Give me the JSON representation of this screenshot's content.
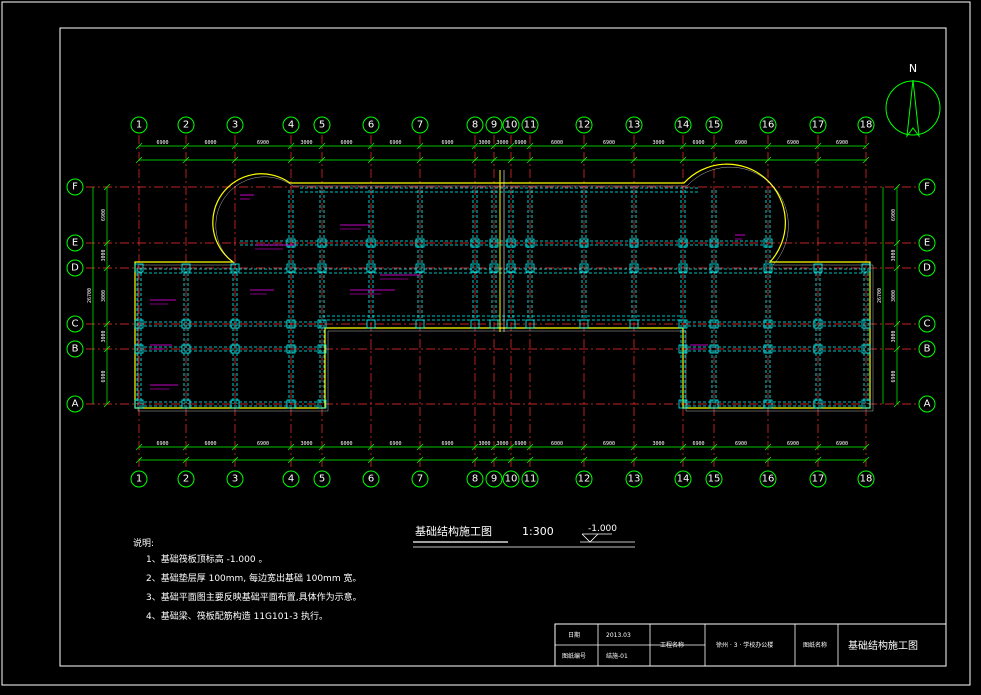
{
  "drawing": {
    "north_label": "N",
    "grid_columns": [
      "1",
      "2",
      "3",
      "4",
      "5",
      "6",
      "7",
      "8",
      "9",
      "10",
      "11",
      "12",
      "13",
      "14",
      "15",
      "16",
      "17",
      "18"
    ],
    "grid_rows": [
      "F",
      "E",
      "D",
      "C",
      "B",
      "A"
    ],
    "top_dimensions": [
      "6900",
      "6000",
      "6900",
      "3000",
      "6000",
      "6900",
      "6900",
      "3000",
      "3000",
      "6900",
      "6000",
      "6900",
      "3000",
      "6900",
      "6900",
      "6900",
      "6900"
    ],
    "bottom_dimensions": [
      "6900",
      "6000",
      "6900",
      "3000",
      "6000",
      "6900",
      "6900",
      "3000",
      "3000",
      "6900",
      "6000",
      "6900",
      "3000",
      "6900",
      "6900",
      "6900",
      "6900"
    ],
    "left_dimensions": [
      "6900",
      "3000",
      "3000",
      "3000",
      "6900"
    ],
    "left_total": "26700",
    "right_dimensions": [
      "6900",
      "3000",
      "3000",
      "3000",
      "6900"
    ],
    "right_total": "26700",
    "title": "基础结构施工图",
    "scale": "1:300",
    "elevation": "-1.000",
    "colors": {
      "background": "#000000",
      "frame": "#ffffff",
      "grid_axis": "#ff3030",
      "grid_circle": "#00ff00",
      "dimension": "#00ff00",
      "beam": "#00ffff",
      "wall": "#ffffff",
      "annotation": "#ff00ff",
      "outline": "#ffff00"
    }
  },
  "notes": {
    "heading": "说明:",
    "items": [
      "1、基础筏板顶标高    -1.000 。",
      "2、基础垫层厚  100mm, 每边宽出基础  100mm  宽。",
      "3、基础平面图主要反映基础平面布置,具体作为示意。",
      "4、基础梁、筏板配筋构造        11G101-3    执行。"
    ]
  },
  "title_block": {
    "date_label": "日期",
    "date_value": "2013.03",
    "drawing_no_label": "图纸编号",
    "drawing_no_value": "结施-01",
    "project_label": "工程名称",
    "project_value": "徐州 · 3 · 学校办公楼",
    "sheet_label": "图纸名称",
    "sheet_value": "基础结构施工图"
  }
}
